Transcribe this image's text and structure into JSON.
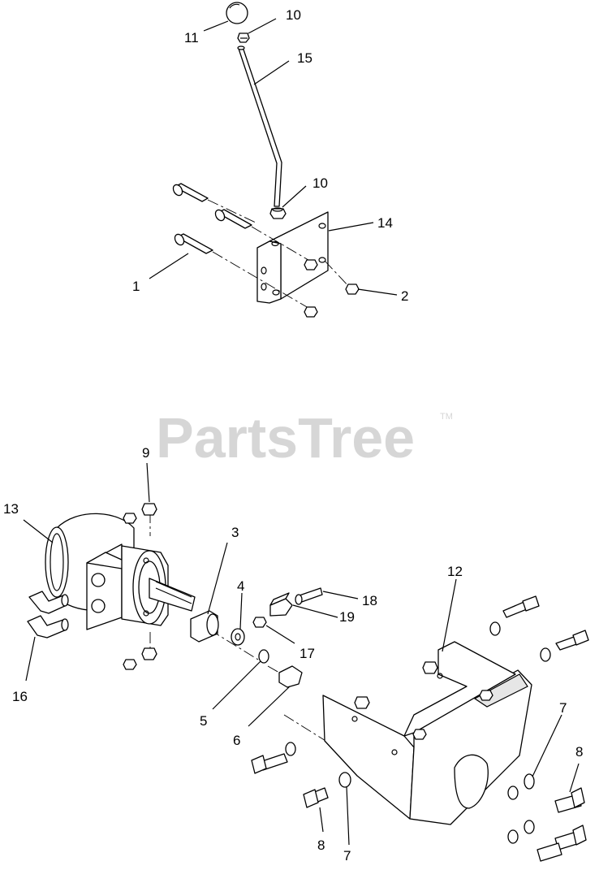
{
  "watermark": {
    "text": "PartsTree",
    "trademark": "TM"
  },
  "callouts": [
    {
      "id": "c11a",
      "text": "11"
    },
    {
      "id": "c10a",
      "text": "10"
    },
    {
      "id": "c15",
      "text": "15"
    },
    {
      "id": "c10b",
      "text": "10"
    },
    {
      "id": "c14",
      "text": "14"
    },
    {
      "id": "c1",
      "text": "1"
    },
    {
      "id": "c2",
      "text": "2"
    },
    {
      "id": "c9",
      "text": "9"
    },
    {
      "id": "c13",
      "text": "13"
    },
    {
      "id": "c3",
      "text": "3"
    },
    {
      "id": "c4",
      "text": "4"
    },
    {
      "id": "c18",
      "text": "18"
    },
    {
      "id": "c12",
      "text": "12"
    },
    {
      "id": "c19",
      "text": "19"
    },
    {
      "id": "c17",
      "text": "17"
    },
    {
      "id": "c16",
      "text": "16"
    },
    {
      "id": "c5",
      "text": "5"
    },
    {
      "id": "c6",
      "text": "6"
    },
    {
      "id": "c7a",
      "text": "7"
    },
    {
      "id": "c8a",
      "text": "8"
    },
    {
      "id": "c8b",
      "text": "8"
    },
    {
      "id": "c7b",
      "text": "7"
    }
  ],
  "parts": [
    {
      "name": "knob",
      "callout": "11"
    },
    {
      "name": "nut",
      "callout": "10"
    },
    {
      "name": "lever-rod",
      "callout": "15"
    },
    {
      "name": "bracket",
      "callout": "14"
    },
    {
      "name": "bolt",
      "callout": "1"
    },
    {
      "name": "locknut",
      "callout": "2"
    },
    {
      "name": "hydraulic-motor",
      "callout": "13"
    },
    {
      "name": "coupler",
      "callout": "3"
    },
    {
      "name": "washer",
      "callout": "4"
    },
    {
      "name": "washer",
      "callout": "5"
    },
    {
      "name": "bolt",
      "callout": "6"
    },
    {
      "name": "nut",
      "callout": "9"
    },
    {
      "name": "mount-bracket",
      "callout": "12"
    },
    {
      "name": "washer",
      "callout": "7"
    },
    {
      "name": "bolt",
      "callout": "8"
    },
    {
      "name": "fitting",
      "callout": "16"
    },
    {
      "name": "nut",
      "callout": "17"
    },
    {
      "name": "screw",
      "callout": "18"
    },
    {
      "name": "clamp",
      "callout": "19"
    }
  ]
}
